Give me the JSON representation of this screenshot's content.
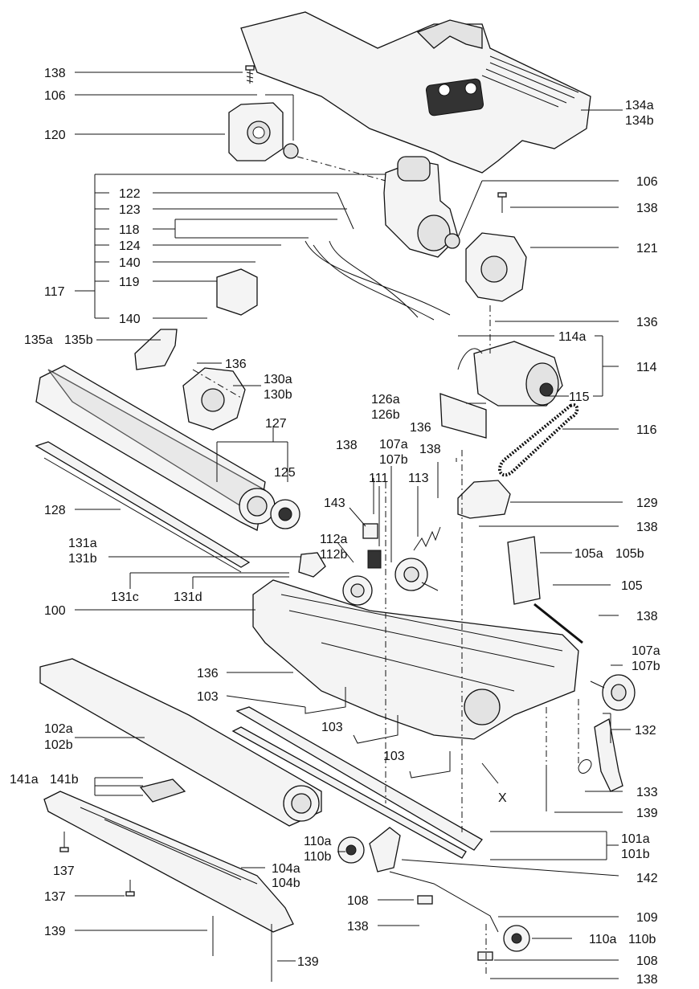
{
  "diagram": {
    "labels": [
      {
        "id": "138",
        "text": "138"
      },
      {
        "id": "106",
        "text": "106"
      },
      {
        "id": "120",
        "text": "120"
      },
      {
        "id": "134a",
        "text": "134a"
      },
      {
        "id": "134b",
        "text": "134b"
      },
      {
        "id": "106r",
        "text": "106"
      },
      {
        "id": "138r",
        "text": "138"
      },
      {
        "id": "122",
        "text": "122"
      },
      {
        "id": "123",
        "text": "123"
      },
      {
        "id": "118",
        "text": "118"
      },
      {
        "id": "124",
        "text": "124"
      },
      {
        "id": "140a",
        "text": "140"
      },
      {
        "id": "121",
        "text": "121"
      },
      {
        "id": "117",
        "text": "117"
      },
      {
        "id": "119",
        "text": "119"
      },
      {
        "id": "140b",
        "text": "140"
      },
      {
        "id": "136r",
        "text": "136"
      },
      {
        "id": "135a",
        "text": "135a"
      },
      {
        "id": "135b",
        "text": "135b"
      },
      {
        "id": "136c",
        "text": "136"
      },
      {
        "id": "114a",
        "text": "114a"
      },
      {
        "id": "114",
        "text": "114"
      },
      {
        "id": "130a",
        "text": "130a"
      },
      {
        "id": "130b",
        "text": "130b"
      },
      {
        "id": "115",
        "text": "115"
      },
      {
        "id": "126a",
        "text": "126a"
      },
      {
        "id": "126b",
        "text": "126b"
      },
      {
        "id": "116",
        "text": "116"
      },
      {
        "id": "127",
        "text": "127"
      },
      {
        "id": "136m",
        "text": "136"
      },
      {
        "id": "107a",
        "text": "107a"
      },
      {
        "id": "107b",
        "text": "107b"
      },
      {
        "id": "138m1",
        "text": "138"
      },
      {
        "id": "138m2",
        "text": "138"
      },
      {
        "id": "125",
        "text": "125"
      },
      {
        "id": "111",
        "text": "111"
      },
      {
        "id": "113",
        "text": "113"
      },
      {
        "id": "128",
        "text": "128"
      },
      {
        "id": "143",
        "text": "143"
      },
      {
        "id": "129",
        "text": "129"
      },
      {
        "id": "138m3",
        "text": "138"
      },
      {
        "id": "112a",
        "text": "112a"
      },
      {
        "id": "112b",
        "text": "112b"
      },
      {
        "id": "131a",
        "text": "131a"
      },
      {
        "id": "131b",
        "text": "131b"
      },
      {
        "id": "105a",
        "text": "105a"
      },
      {
        "id": "105b",
        "text": "105b"
      },
      {
        "id": "131c",
        "text": "131c"
      },
      {
        "id": "131d",
        "text": "131d"
      },
      {
        "id": "105",
        "text": "105"
      },
      {
        "id": "100",
        "text": "100"
      },
      {
        "id": "138r2",
        "text": "138"
      },
      {
        "id": "107a2",
        "text": "107a"
      },
      {
        "id": "107b2",
        "text": "107b"
      },
      {
        "id": "136l",
        "text": "136"
      },
      {
        "id": "103a",
        "text": "103"
      },
      {
        "id": "103b",
        "text": "103"
      },
      {
        "id": "103c",
        "text": "103"
      },
      {
        "id": "102a",
        "text": "102a"
      },
      {
        "id": "102b",
        "text": "102b"
      },
      {
        "id": "132",
        "text": "132"
      },
      {
        "id": "141a",
        "text": "141a"
      },
      {
        "id": "141b",
        "text": "141b"
      },
      {
        "id": "x",
        "text": "X"
      },
      {
        "id": "133",
        "text": "133"
      },
      {
        "id": "139r",
        "text": "139"
      },
      {
        "id": "101a",
        "text": "101a"
      },
      {
        "id": "101b",
        "text": "101b"
      },
      {
        "id": "110a",
        "text": "110a"
      },
      {
        "id": "110b",
        "text": "110b"
      },
      {
        "id": "137a",
        "text": "137"
      },
      {
        "id": "104a",
        "text": "104a"
      },
      {
        "id": "104b",
        "text": "104b"
      },
      {
        "id": "142",
        "text": "142"
      },
      {
        "id": "137b",
        "text": "137"
      },
      {
        "id": "108a",
        "text": "108"
      },
      {
        "id": "138b1",
        "text": "138"
      },
      {
        "id": "109",
        "text": "109"
      },
      {
        "id": "139l",
        "text": "139"
      },
      {
        "id": "110a2",
        "text": "110a"
      },
      {
        "id": "110b2",
        "text": "110b"
      },
      {
        "id": "108b",
        "text": "108"
      },
      {
        "id": "139b",
        "text": "139"
      },
      {
        "id": "138b2",
        "text": "138"
      }
    ]
  }
}
